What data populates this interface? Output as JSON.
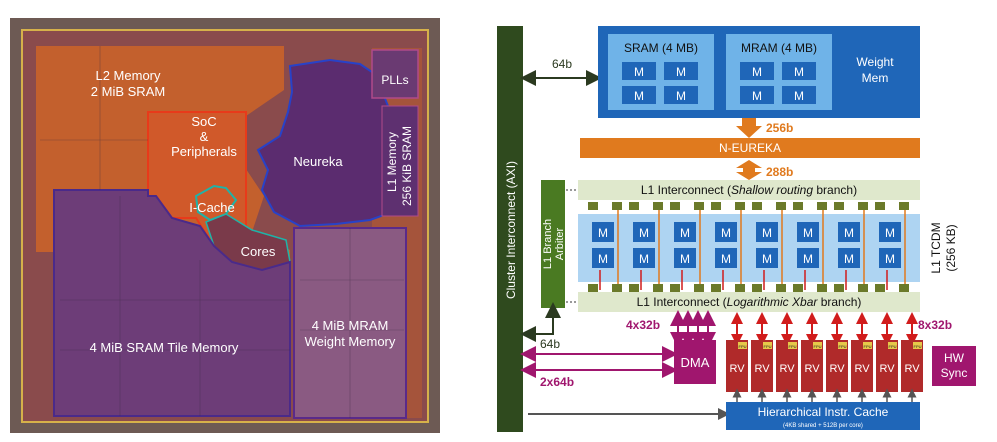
{
  "die": {
    "l2_title": "L2 Memory",
    "l2_sub": "2 MiB SRAM",
    "soc_1": "SoC",
    "soc_2": "&",
    "soc_3": "Peripherals",
    "plls": "PLLs",
    "neureka": "Neureka",
    "l1_mem_1": "L1 Memory",
    "l1_mem_2": "256 KiB SRAM",
    "icache": "I-Cache",
    "cores": "Cores",
    "sram_tile": "4 MiB SRAM Tile Memory",
    "mram_1": "4 MiB MRAM",
    "mram_2": "Weight Memory"
  },
  "arch": {
    "cluster_interconnect": "Cluster Interconnect (AXI)",
    "bw_64b_top": "64b",
    "sram_label": "SRAM (4 MB)",
    "mram_label": "MRAM (4 MB)",
    "bank_label": "M",
    "weight_mem_1": "Weight",
    "weight_mem_2": "Mem",
    "bw_256b": "256b",
    "n_eureka": "N-EUREKA",
    "bw_288b": "288b",
    "l1_shallow_prefix": "L1 Interconnect (",
    "l1_shallow_italic": "Shallow routing",
    "l1_shallow_suffix": " branch)",
    "l1_branch_arbiter_1": "L1 Branch",
    "l1_branch_arbiter_2": "Arbiter",
    "l1_tcdm_1": "L1 TCDM",
    "l1_tcdm_2": "(256 KB)",
    "l1_log_prefix": "L1 Interconnect (",
    "l1_log_italic": "Logarithmic Xbar",
    "l1_log_suffix": " branch)",
    "bw_4x32b": "4x32b",
    "bw_8x32b": "8x32b",
    "bw_64b_bottom": "64b",
    "bw_2x64b": "2x64b",
    "dma": "DMA",
    "core_label": "RV",
    "fpu_label": "FPU",
    "hw_sync_1": "HW",
    "hw_sync_2": "Sync",
    "icache_title": "Hierarchical Instr. Cache",
    "icache_sub": "(4KB shared + 512B per core)"
  },
  "colors": {
    "die_orange": "#c8622a",
    "die_purple": "#5b2c6f",
    "arch_blue": "#1f66b8",
    "arch_light_blue": "#6fb3e8",
    "n_eureka_orange": "#e07a1e",
    "interconnect_green": "#2f4a1e",
    "interconnect_light": "#dfe8cc",
    "core_red": "#b02a2a",
    "magenta": "#a0166e"
  }
}
